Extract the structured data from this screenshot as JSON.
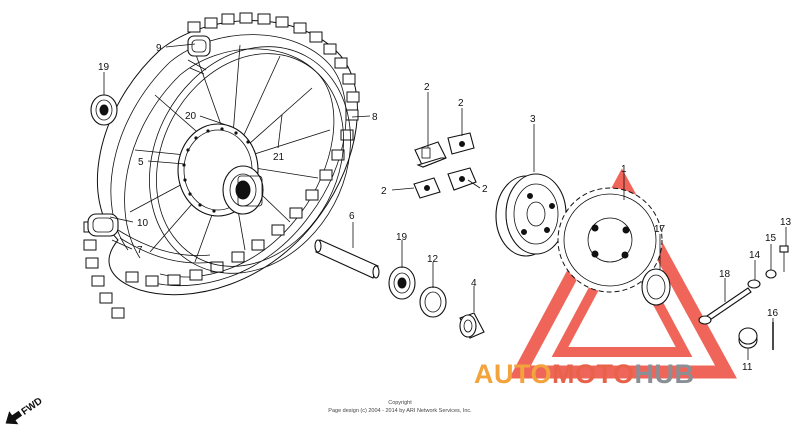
{
  "callouts": {
    "c1": "1",
    "c2a": "2",
    "c2b": "2",
    "c2c": "2",
    "c2d": "2",
    "c3": "3",
    "c4": "4",
    "c5": "5",
    "c6": "6",
    "c7": "7",
    "c8": "8",
    "c9": "9",
    "c10": "10",
    "c11": "11",
    "c12": "12",
    "c13": "13",
    "c14": "14",
    "c15": "15",
    "c16": "16",
    "c17": "17",
    "c18": "18",
    "c19a": "19",
    "c19b": "19",
    "c20": "20",
    "c21": "21"
  },
  "fwd_label": "FWD",
  "copyright": {
    "line1": "Copyright",
    "line2": "Page design (c) 2004 - 2014 by ARI Network Services, Inc."
  },
  "watermark": {
    "auto": "AUTO",
    "moto": "MOTO",
    "hub": "HUB",
    "colors": {
      "auto": "#f2a33c",
      "moto": "#e8624a",
      "hub": "#8a8f96",
      "triangle": "#ee4b3e"
    }
  }
}
